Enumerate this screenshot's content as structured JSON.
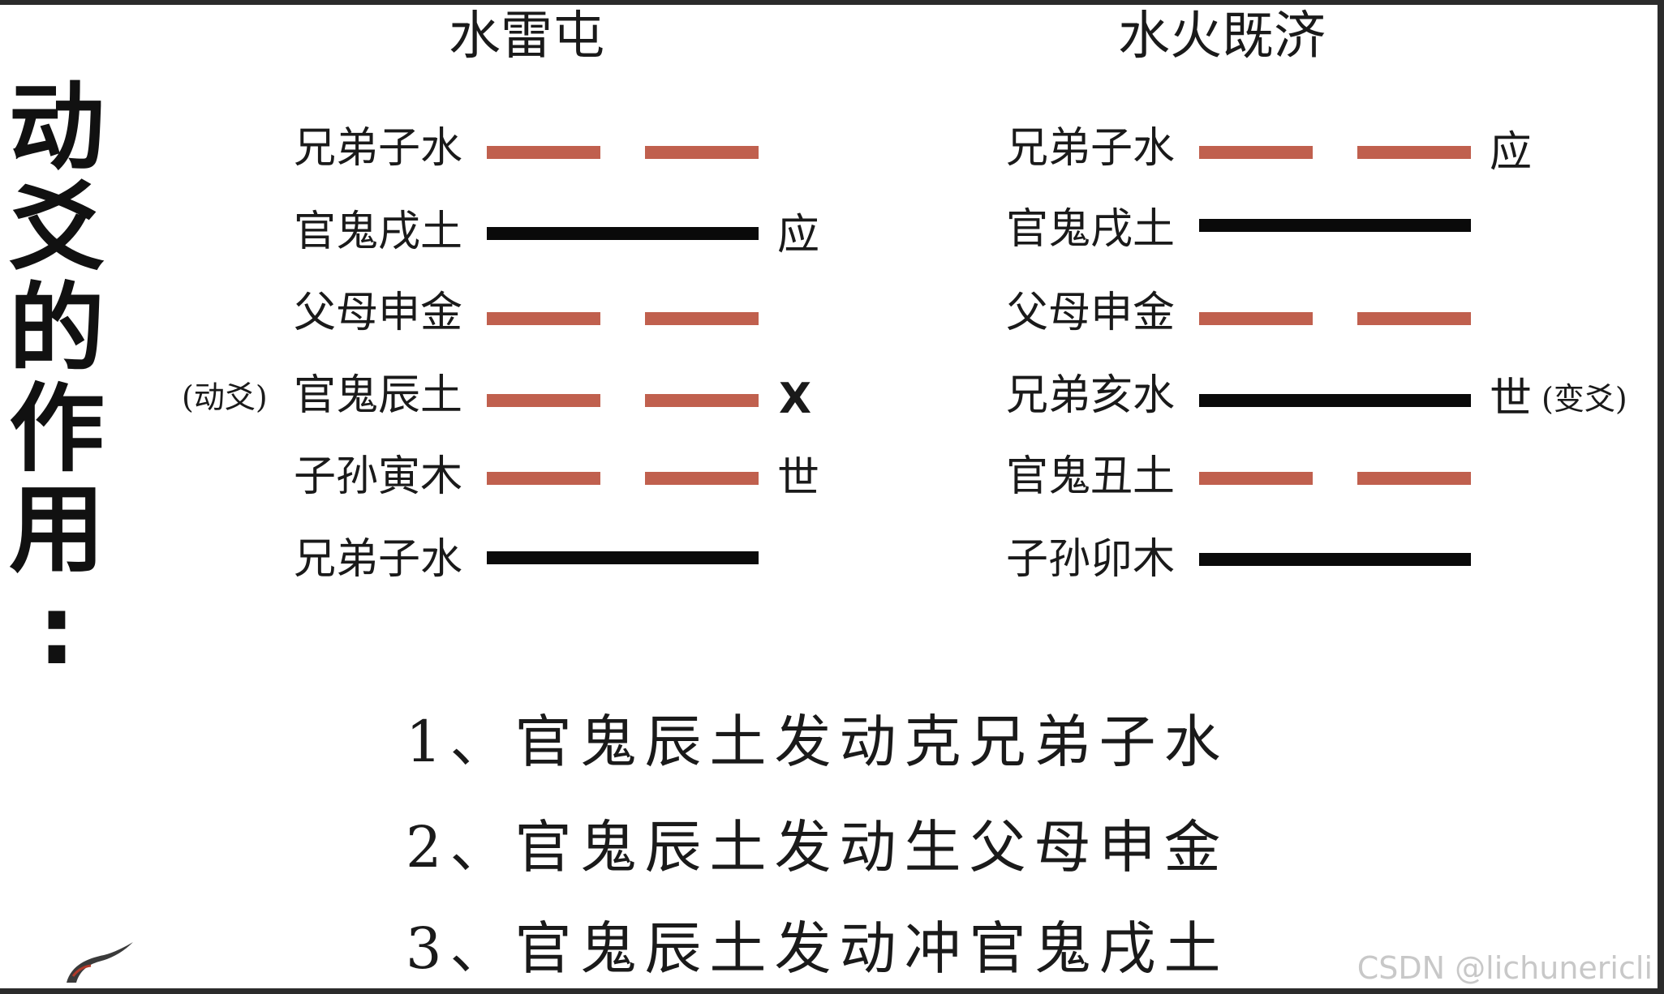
{
  "side_title": [
    "动",
    "爻",
    "的",
    "作",
    "用",
    ":"
  ],
  "left_hexagram": {
    "title": "水雷屯",
    "rows": [
      {
        "label": "兄弟子水",
        "line": "yin",
        "marker": ""
      },
      {
        "label": "官鬼戌土",
        "line": "yang",
        "marker": "应"
      },
      {
        "label": "父母申金",
        "line": "yin",
        "marker": ""
      },
      {
        "label": "官鬼辰土",
        "line": "yin",
        "marker": "X",
        "note": "(动爻)"
      },
      {
        "label": "子孙寅木",
        "line": "yin",
        "marker": "世"
      },
      {
        "label": "兄弟子水",
        "line": "yang",
        "marker": ""
      }
    ]
  },
  "right_hexagram": {
    "title": "水火既济",
    "rows": [
      {
        "label": "兄弟子水",
        "line": "yin",
        "marker": "应"
      },
      {
        "label": "官鬼戌土",
        "line": "yang",
        "marker": ""
      },
      {
        "label": "父母申金",
        "line": "yin",
        "marker": ""
      },
      {
        "label": "兄弟亥水",
        "line": "yang",
        "marker": "世",
        "note": "(变爻)"
      },
      {
        "label": "官鬼丑土",
        "line": "yin",
        "marker": ""
      },
      {
        "label": "子孙卯木",
        "line": "yang",
        "marker": ""
      }
    ]
  },
  "statements": [
    "1、官鬼辰土发动克兄弟子水",
    "2、官鬼辰土发动生父母申金",
    "3、官鬼辰土发动冲官鬼戌土"
  ],
  "watermark": "CSDN @lichunericli",
  "colors": {
    "yang": "#0a0a0a",
    "yin": "#c0604e"
  },
  "icons": [
    "bird-logo-icon"
  ]
}
